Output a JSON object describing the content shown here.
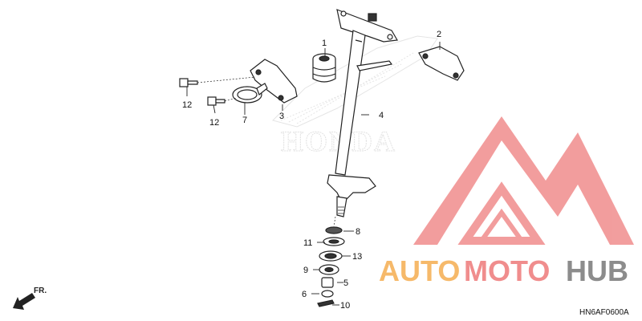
{
  "diagram": {
    "callouts": [
      {
        "id": "c1",
        "label": "1"
      },
      {
        "id": "c2",
        "label": "2"
      },
      {
        "id": "c3",
        "label": "3"
      },
      {
        "id": "c4",
        "label": "4"
      },
      {
        "id": "c5",
        "label": "5"
      },
      {
        "id": "c6",
        "label": "6"
      },
      {
        "id": "c7",
        "label": "7"
      },
      {
        "id": "c8",
        "label": "8"
      },
      {
        "id": "c9",
        "label": "9"
      },
      {
        "id": "c10",
        "label": "10"
      },
      {
        "id": "c11",
        "label": "11"
      },
      {
        "id": "c12a",
        "label": "12"
      },
      {
        "id": "c12b",
        "label": "12"
      },
      {
        "id": "c13",
        "label": "13"
      }
    ],
    "diagram_code": "HN6AF0600A",
    "front_label": "FR.",
    "background_wordmark": "HONDA"
  },
  "watermark": {
    "part1": "AUTO",
    "part2": "MOTO",
    "part3": "HUB",
    "colors": {
      "auto": "#f6b96a",
      "moto": "#f08d8d",
      "hub": "#8c8c8c",
      "triangle": "#f08d8d"
    }
  }
}
